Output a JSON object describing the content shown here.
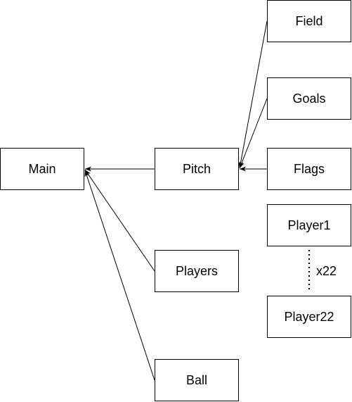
{
  "nodes": {
    "main": "Main",
    "pitch": "Pitch",
    "players": "Players",
    "ball": "Ball",
    "field": "Field",
    "goals": "Goals",
    "flags": "Flags",
    "player1": "Player1",
    "player22": "Player22"
  },
  "repeat_label": "x22",
  "edges": [
    {
      "from": "pitch",
      "to": "main"
    },
    {
      "from": "players",
      "to": "main"
    },
    {
      "from": "ball",
      "to": "main"
    },
    {
      "from": "field",
      "to": "pitch"
    },
    {
      "from": "goals",
      "to": "pitch"
    },
    {
      "from": "flags",
      "to": "pitch"
    }
  ],
  "colors": {
    "stroke": "#000000",
    "fill": "#ffffff"
  }
}
